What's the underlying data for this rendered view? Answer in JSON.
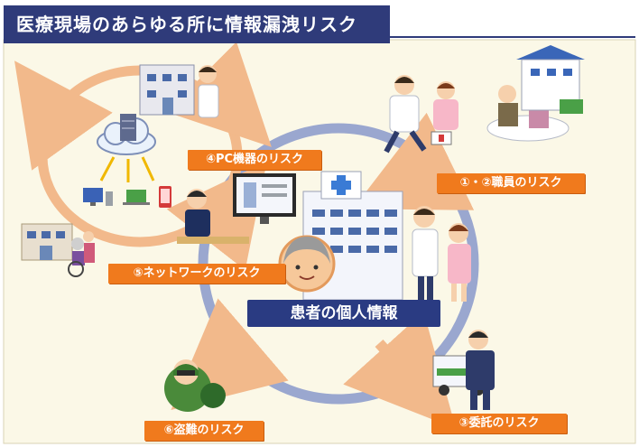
{
  "title": "医療現場のあらゆる所に情報漏洩リスク",
  "center_label": "患者の個人情報",
  "risk_labels": {
    "staff": "①・②職員のリスク",
    "pc": "④PC機器のリスク",
    "network": "⑤ネットワークのリスク",
    "outsourcing": "③委託のリスク",
    "theft": "⑥盗難のリスク"
  },
  "colors": {
    "title_bg": "#2f3b7a",
    "label_orange": "#f07a1d",
    "center_label_bg": "#2a3b82",
    "circle_blue": "#9aa7cf",
    "arrow_peach": "#f2b98b",
    "background": "#fbf8e7"
  },
  "illustrations": [
    "hospital",
    "doctor",
    "nurse",
    "elderly-patient",
    "house",
    "cloud-server",
    "computer",
    "smartphone",
    "truck",
    "delivery-man",
    "thief"
  ]
}
